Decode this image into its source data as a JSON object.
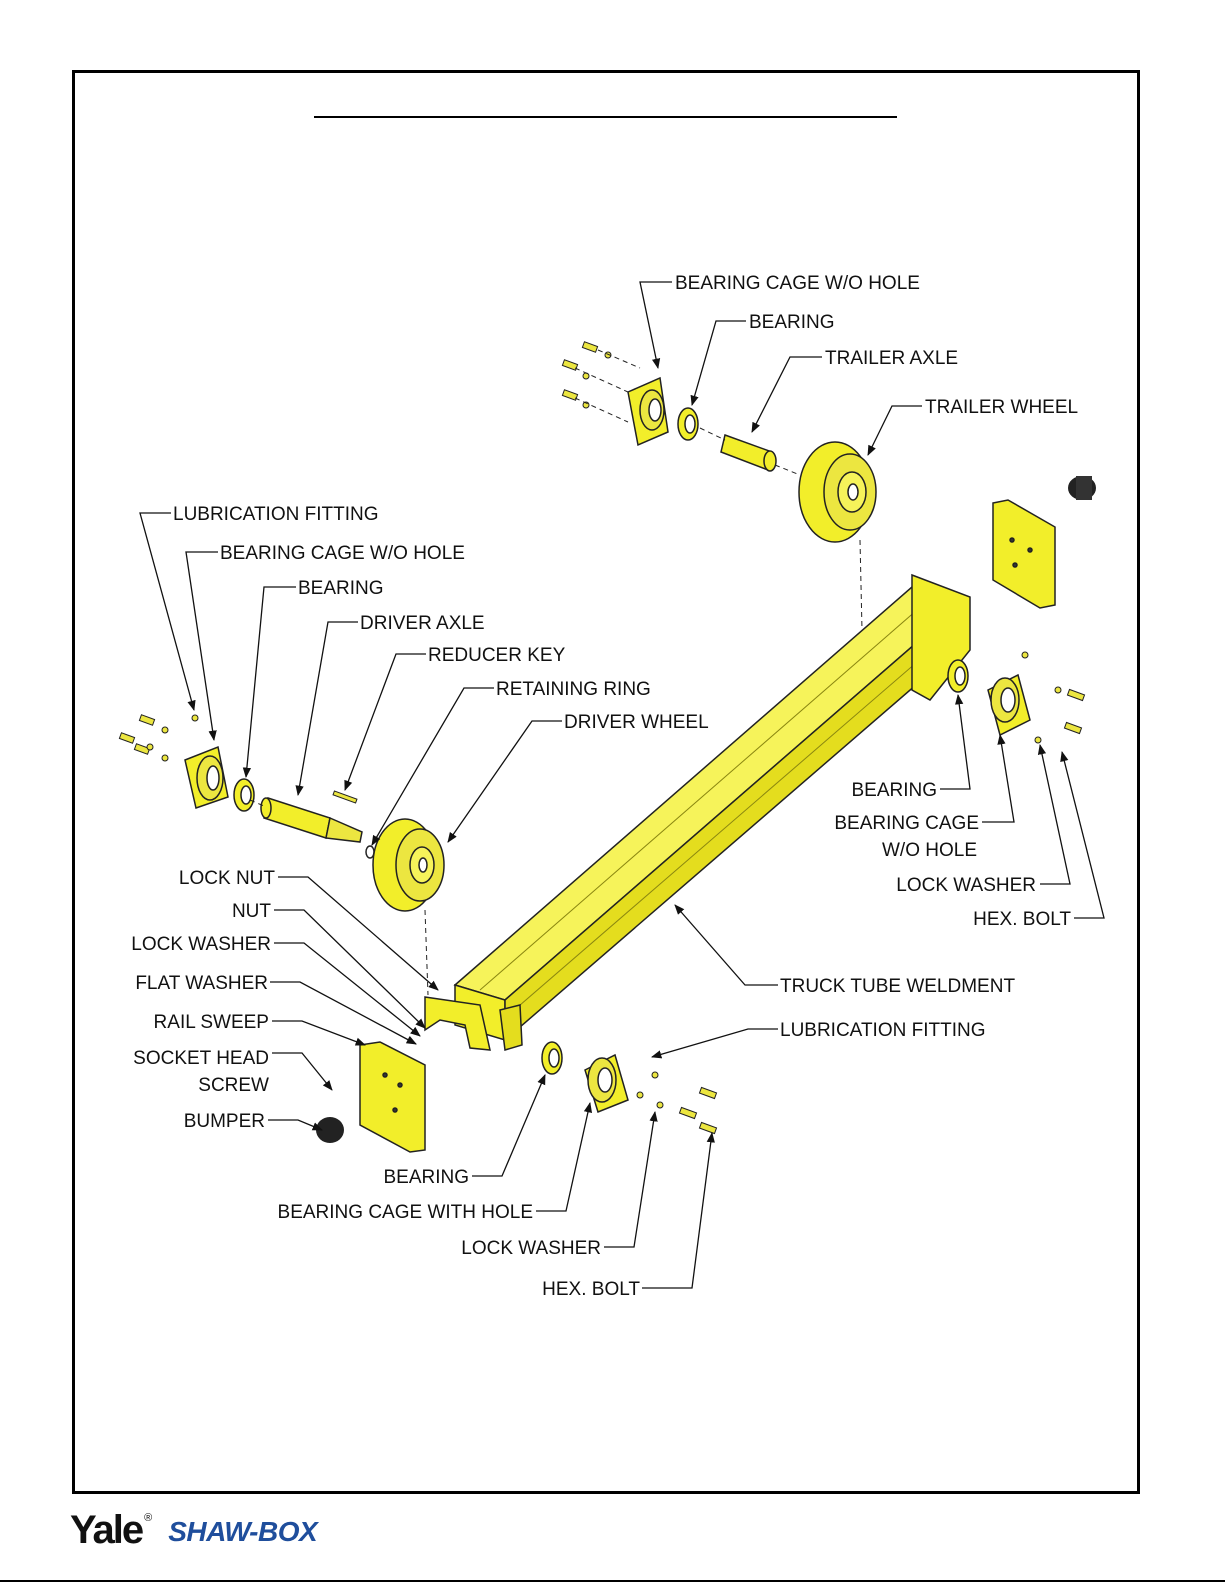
{
  "brand": {
    "yale": "Yale",
    "registered": "®",
    "shaw_box": "SHAW-BOX"
  },
  "colors": {
    "part_fill": "#f2ee2a",
    "part_stroke": "#222222",
    "hardware": "#ece640",
    "bumper": "#222222",
    "brand_blue": "#1f4e9c"
  },
  "trailer_assembly": {
    "bearing_cage": "BEARING CAGE W/O HOLE",
    "bearing": "BEARING",
    "axle": "TRAILER AXLE",
    "wheel": "TRAILER WHEEL"
  },
  "driver_assembly": {
    "lubrication_fitting": "LUBRICATION FITTING",
    "bearing_cage": "BEARING CAGE W/O HOLE",
    "bearing": "BEARING",
    "axle": "DRIVER AXLE",
    "reducer_key": "REDUCER KEY",
    "retaining_ring": "RETAINING RING",
    "wheel": "DRIVER WHEEL"
  },
  "end_plate_hardware": {
    "lock_nut": "LOCK NUT",
    "nut": "NUT",
    "lock_washer": "LOCK WASHER",
    "flat_washer": "FLAT WASHER",
    "rail_sweep": "RAIL SWEEP",
    "socket_head_screw_1": "SOCKET HEAD",
    "socket_head_screw_2": "SCREW",
    "bumper": "BUMPER"
  },
  "right_side": {
    "bearing": "BEARING",
    "bearing_cage_1": "BEARING CAGE",
    "bearing_cage_2": "W/O HOLE",
    "lock_washer": "LOCK WASHER",
    "hex_bolt": "HEX. BOLT",
    "truck_tube": "TRUCK TUBE WELDMENT",
    "lubrication_fitting": "LUBRICATION FITTING"
  },
  "bottom_assembly": {
    "bearing": "BEARING",
    "bearing_cage": "BEARING CAGE WITH HOLE",
    "lock_washer": "LOCK WASHER",
    "hex_bolt": "HEX. BOLT"
  }
}
